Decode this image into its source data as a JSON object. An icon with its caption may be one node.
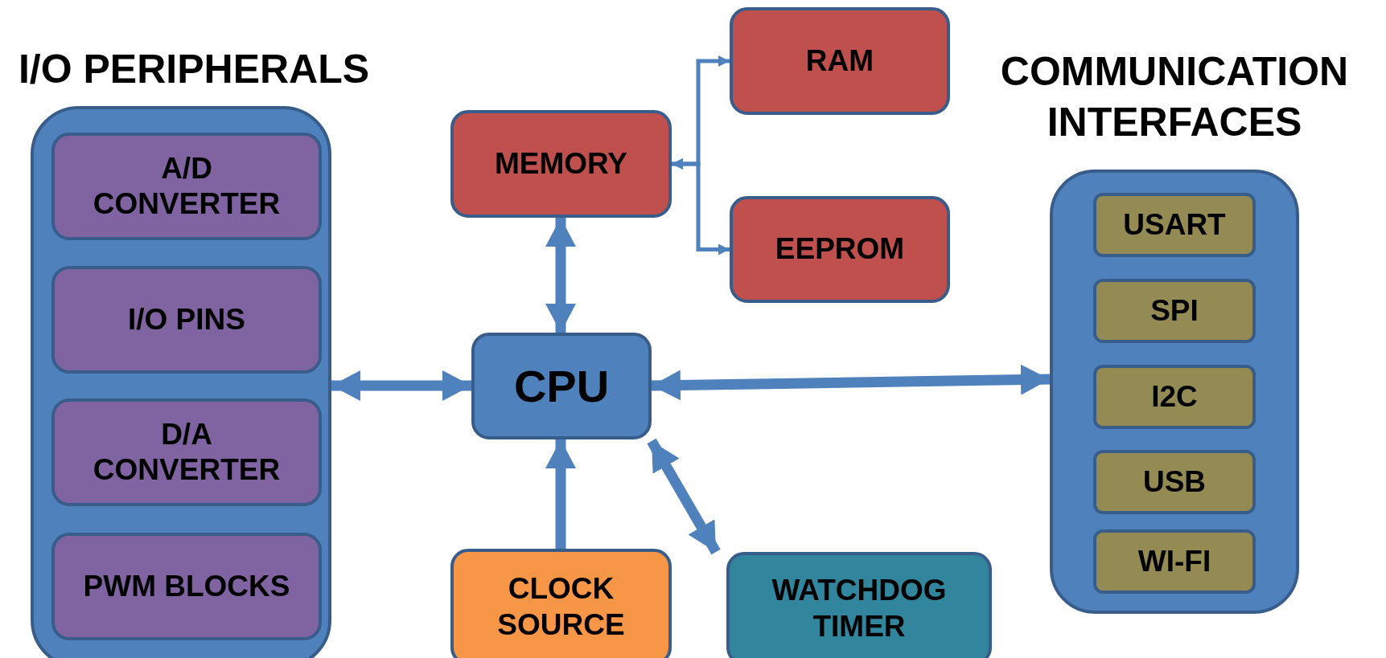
{
  "diagram": {
    "nodes": [
      {
        "text": [
          "I/O PERIPHERALS"
        ]
      },
      {
        "text": [
          "A/D CONVERTER"
        ],
        "in": 0
      },
      {
        "text": [
          "I/O PINS"
        ],
        "in": 0
      },
      {
        "text": [
          "D/A CONVERTER"
        ],
        "in": 0
      },
      {
        "text": [
          "PWM BLOCKS"
        ],
        "in": 0
      },
      {
        "text": [
          "RAM"
        ]
      },
      {
        "text": [
          "MEMORY"
        ]
      },
      {
        "text": [
          "EEPROM"
        ]
      },
      {
        "text": [
          "CPU"
        ]
      },
      {
        "text": [
          "CLOCK SOURCE"
        ]
      },
      {
        "text": [
          "WATCHDOG TIMER"
        ]
      },
      {
        "text": [
          "COMMUNICATION INTERFACES"
        ]
      },
      {
        "text": [
          "USART"
        ],
        "in": 11
      },
      {
        "text": [
          "SPI"
        ],
        "in": 11
      },
      {
        "text": [
          "I2C"
        ],
        "in": 11
      },
      {
        "text": [
          "USB"
        ],
        "in": 11
      },
      {
        "text": [
          "WI-FI"
        ],
        "in": 11
      }
    ],
    "edges": [
      {
        "from": 0,
        "to": 8,
        "arrow": "both"
      },
      {
        "from": 6,
        "to": 8,
        "arrow": "both"
      },
      {
        "from": 8,
        "to": 11,
        "arrow": "both"
      },
      {
        "from": 9,
        "to": 8,
        "arrow": "to"
      },
      {
        "from": 8,
        "to": 10,
        "arrow": "both"
      },
      {
        "from": 6,
        "to": 5,
        "arrow": "both"
      },
      {
        "from": 6,
        "to": 7,
        "arrow": "both"
      }
    ]
  }
}
